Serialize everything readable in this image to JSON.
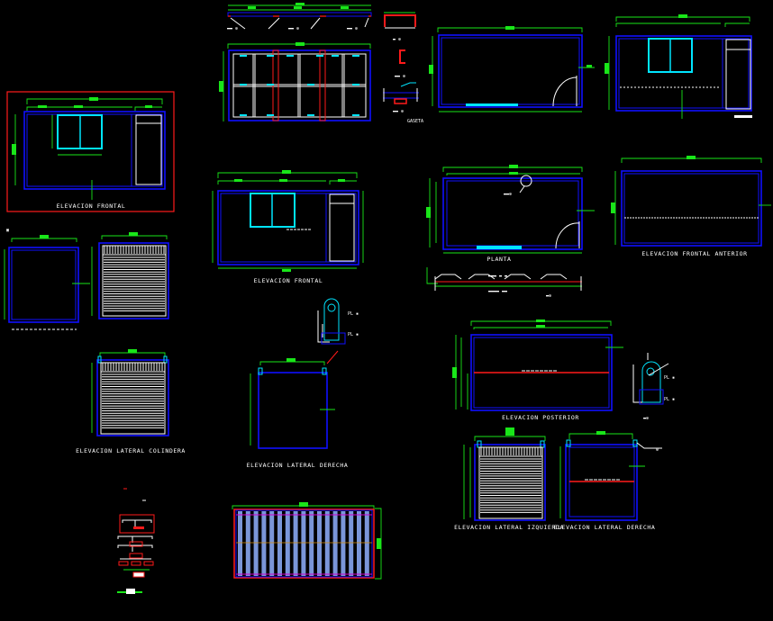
{
  "drawing": {
    "views": {
      "front_elevation_framed": {
        "title": "ELEVACION FRONTAL"
      },
      "front_elevation": {
        "title": "ELEVACION FRONTAL"
      },
      "plan": {
        "title": "PLANTA"
      },
      "front_elevation_anterior": {
        "title": "ELEVACION FRONTAL ANTERIOR"
      },
      "rear_elevation": {
        "title": "ELEVACION POSTERIOR"
      },
      "left_side_elevation": {
        "title": "ELEVACION LATERAL IZQUIERDA"
      },
      "right_side_elevation": {
        "title": "ELEVACION LATERAL DERECHA"
      },
      "right_side_elevation_2": {
        "title": "ELEVACION LATERAL DERECHA"
      },
      "adjacent_side_elevation": {
        "title": "ELEVACION LATERAL COLINDERA"
      },
      "gusset_detail": {
        "title": "GASETA"
      }
    },
    "colors": {
      "background": "#000000",
      "walls": "#1010ff",
      "dimensions": "#19e619",
      "windows": "#00e5ff",
      "structure": "#ff1a1a",
      "doors": "#ffffff"
    }
  }
}
